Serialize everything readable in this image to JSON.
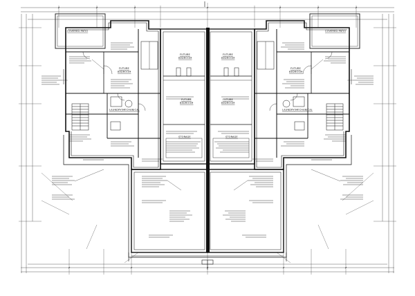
{
  "room_labels": {
    "covered_patio": "COVERED PATIO",
    "future_bedroom": "FUTURE BEDROOM",
    "laundry_mech": "LAUNDRY/MECHANICAL",
    "storage": "STORAGE",
    "future_bedroom_line1": "FUTURE",
    "future_bedroom_line2": "BEDROOM"
  },
  "colors": {
    "ink": "#111111",
    "paper": "#ffffff"
  }
}
